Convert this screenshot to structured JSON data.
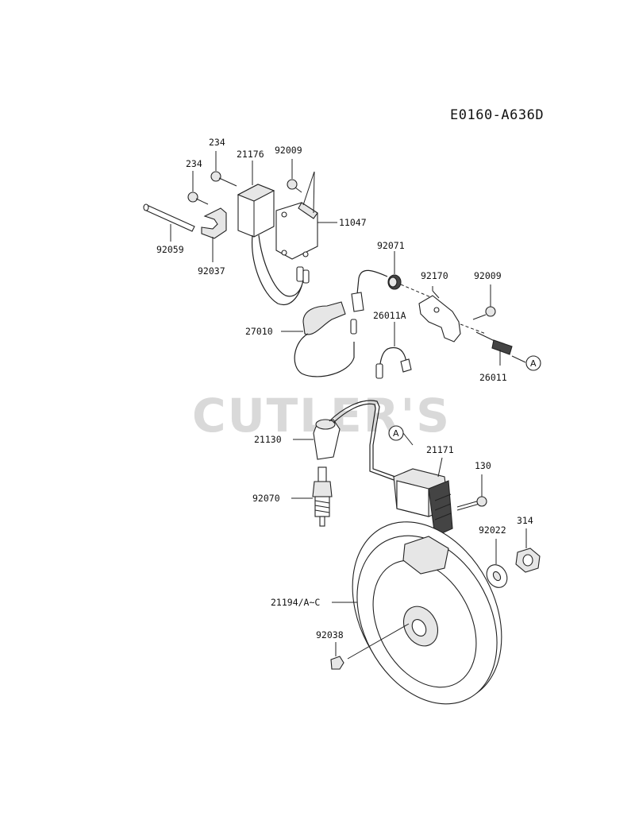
{
  "diagram_code": "E0160-A636D",
  "watermark": "CUTLER'S",
  "callout_letter": "A",
  "parts": {
    "p234_upper": "234",
    "p234_lower": "234",
    "p21176": "21176",
    "p92009_top": "92009",
    "p11047": "11047",
    "p92059": "92059",
    "p92037": "92037",
    "p92071": "92071",
    "p92170": "92170",
    "p92009_right": "92009",
    "p27010": "27010",
    "p26011A": "26011A",
    "p26011": "26011",
    "p21130": "21130",
    "p21171": "21171",
    "p130": "130",
    "p92070": "92070",
    "p92022": "92022",
    "p314": "314",
    "p21194": "21194/A~C",
    "p92038": "92038"
  }
}
